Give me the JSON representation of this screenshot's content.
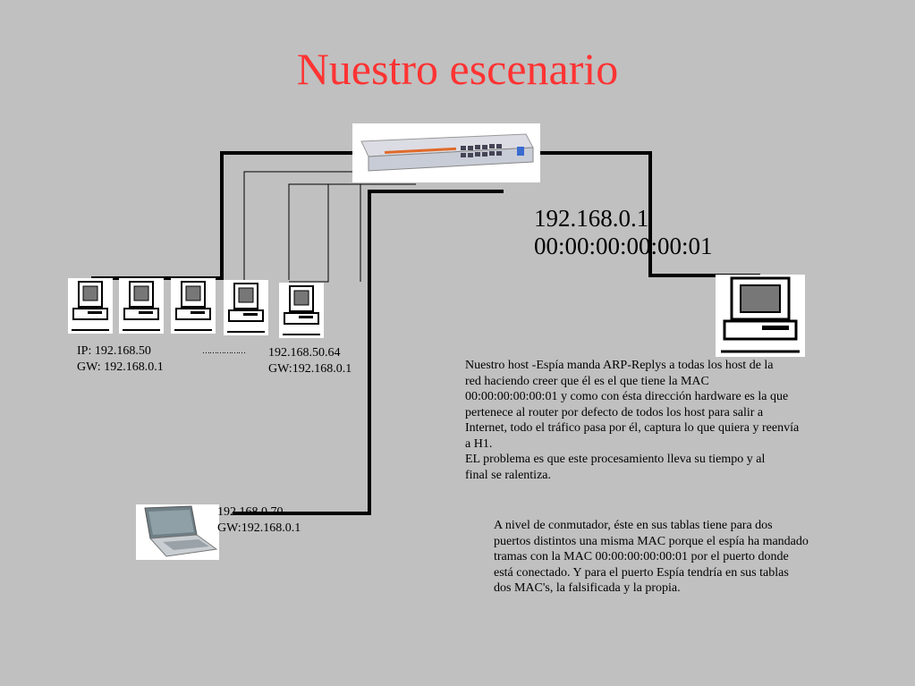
{
  "slide": {
    "title": "Nuestro escenario"
  },
  "router": {
    "ip": "192.168.0.1",
    "mac": "00:00:00:00:00:01",
    "label": "192.168.0.1\n00:00:00:00:00:01"
  },
  "hosts": {
    "first": "IP: 192.168.50\nGW: 192.168.0.1",
    "ellipsis": "………………",
    "last": "192.168.50.64\nGW:192.168.0.1"
  },
  "spy": {
    "label": "192.168.0.70\nGW:192.168.0.1"
  },
  "notes": {
    "explanation": "Nuestro host -Espía manda ARP-Replys a todas los host de la\nred haciendo creer que él es el que tiene la MAC\n00:00:00:00:00:01  y como con ésta dirección hardware es la que\npertenece al router por defecto de todos los host  para salir a\nInternet, todo el tráfico pasa por él, captura lo que quiera y reenvía\na H1.\nEL problema es que este procesamiento lleva su tiempo y al\nfinal se ralentiza.",
    "switch": "A nivel de conmutador, éste en sus tablas tiene para dos\npuertos distintos una misma MAC porque el espía ha mandado\ntramas con la MAC 00:00:00:00:00:01 por el puerto donde\nestá conectado. Y para el puerto Espía tendría en sus tablas\ndos MAC's, la falsificada y la propia."
  },
  "icons": [
    "switch-device",
    "desktop-computer",
    "laptop-computer"
  ],
  "colors": {
    "background": "#c0c0c0",
    "title": "#ff3333",
    "wire": "#000000"
  }
}
